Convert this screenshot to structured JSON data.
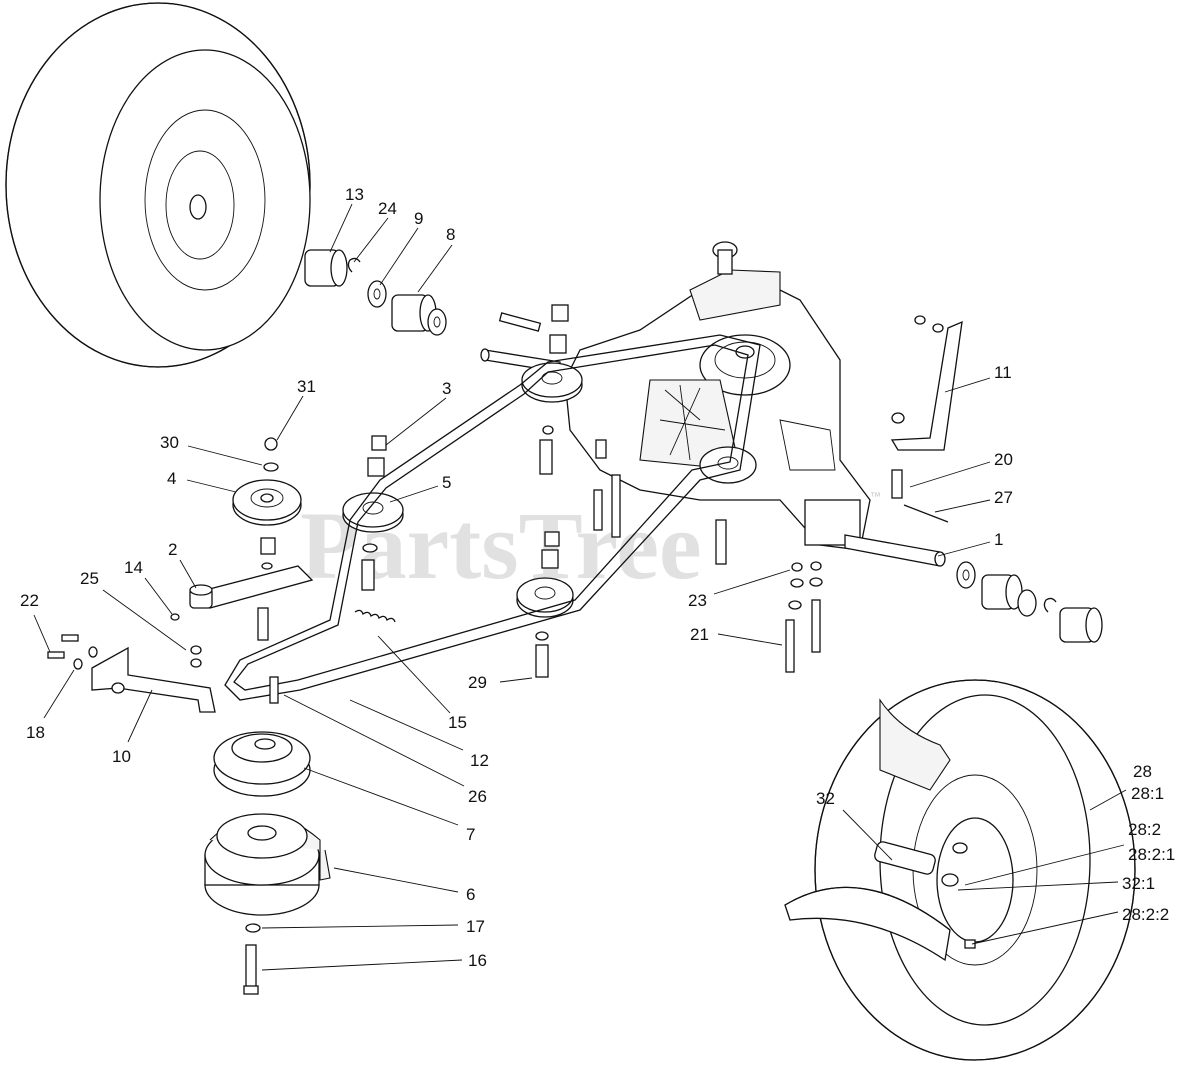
{
  "watermark": "PartsTree",
  "watermark_tm": "™",
  "callouts": [
    {
      "id": "c13",
      "text": "13"
    },
    {
      "id": "c24",
      "text": "24"
    },
    {
      "id": "c9",
      "text": "9"
    },
    {
      "id": "c8",
      "text": "8"
    },
    {
      "id": "c31",
      "text": "31"
    },
    {
      "id": "c3",
      "text": "3"
    },
    {
      "id": "c30",
      "text": "30"
    },
    {
      "id": "c4",
      "text": "4"
    },
    {
      "id": "c5",
      "text": "5"
    },
    {
      "id": "c11",
      "text": "11"
    },
    {
      "id": "c20",
      "text": "20"
    },
    {
      "id": "c27",
      "text": "27"
    },
    {
      "id": "c1",
      "text": "1"
    },
    {
      "id": "c2",
      "text": "2"
    },
    {
      "id": "c14",
      "text": "14"
    },
    {
      "id": "c25",
      "text": "25"
    },
    {
      "id": "c22",
      "text": "22"
    },
    {
      "id": "c23",
      "text": "23"
    },
    {
      "id": "c21",
      "text": "21"
    },
    {
      "id": "c29",
      "text": "29"
    },
    {
      "id": "c15",
      "text": "15"
    },
    {
      "id": "c18",
      "text": "18"
    },
    {
      "id": "c10",
      "text": "10"
    },
    {
      "id": "c12",
      "text": "12"
    },
    {
      "id": "c26",
      "text": "26"
    },
    {
      "id": "c7",
      "text": "7"
    },
    {
      "id": "c6",
      "text": "6"
    },
    {
      "id": "c17",
      "text": "17"
    },
    {
      "id": "c16",
      "text": "16"
    },
    {
      "id": "c28",
      "text": "28"
    },
    {
      "id": "c28_1",
      "text": "28:1"
    },
    {
      "id": "c32",
      "text": "32"
    },
    {
      "id": "c28_2",
      "text": "28:2"
    },
    {
      "id": "c28_2_1",
      "text": "28:2:1"
    },
    {
      "id": "c32_1",
      "text": "32:1"
    },
    {
      "id": "c28_2_2",
      "text": "28:2:2"
    }
  ]
}
